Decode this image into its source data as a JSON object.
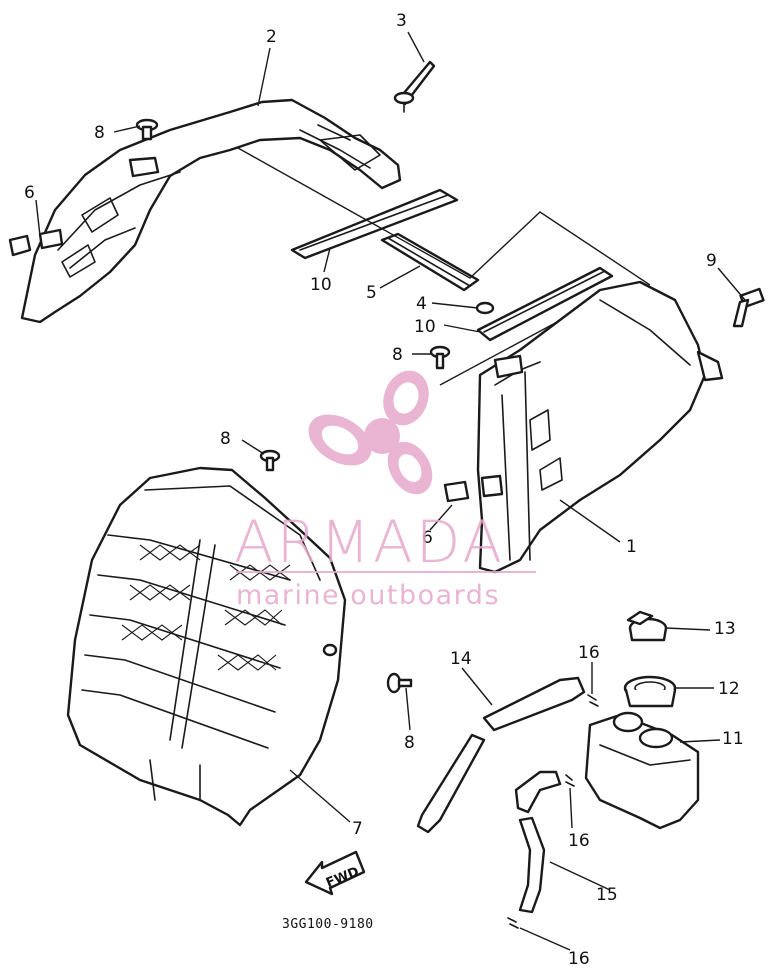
{
  "diagram": {
    "drawing_code": "3GG100-9180",
    "fwd_label": "FWD",
    "callouts": {
      "c1": "1",
      "c2": "2",
      "c3": "3",
      "c4": "4",
      "c5": "5",
      "c6a": "6",
      "c6b": "6",
      "c7": "7",
      "c8a": "8",
      "c8b": "8",
      "c8c": "8",
      "c8d": "8",
      "c9": "9",
      "c10a": "10",
      "c10b": "10",
      "c11": "11",
      "c12": "12",
      "c13": "13",
      "c14": "14",
      "c15": "15",
      "c16a": "16",
      "c16b": "16",
      "c16c": "16"
    }
  },
  "watermark": {
    "brand": "ARMADA",
    "tagline": "marine outboards",
    "color": "#e7a9cb"
  }
}
